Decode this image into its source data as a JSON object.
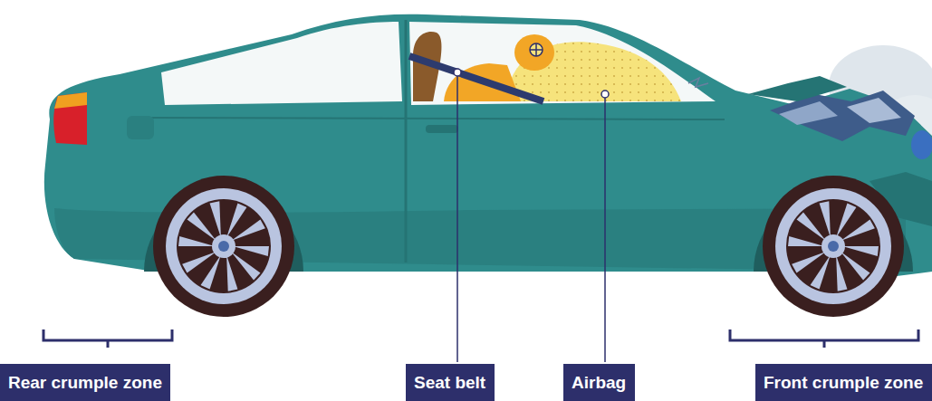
{
  "diagram": {
    "nodes": [
      {
        "text": [
          "Rear crumple zone"
        ]
      },
      {
        "text": [
          "Seat belt"
        ]
      },
      {
        "text": [
          "Airbag"
        ]
      },
      {
        "text": [
          "Front crumple zone"
        ]
      }
    ]
  }
}
